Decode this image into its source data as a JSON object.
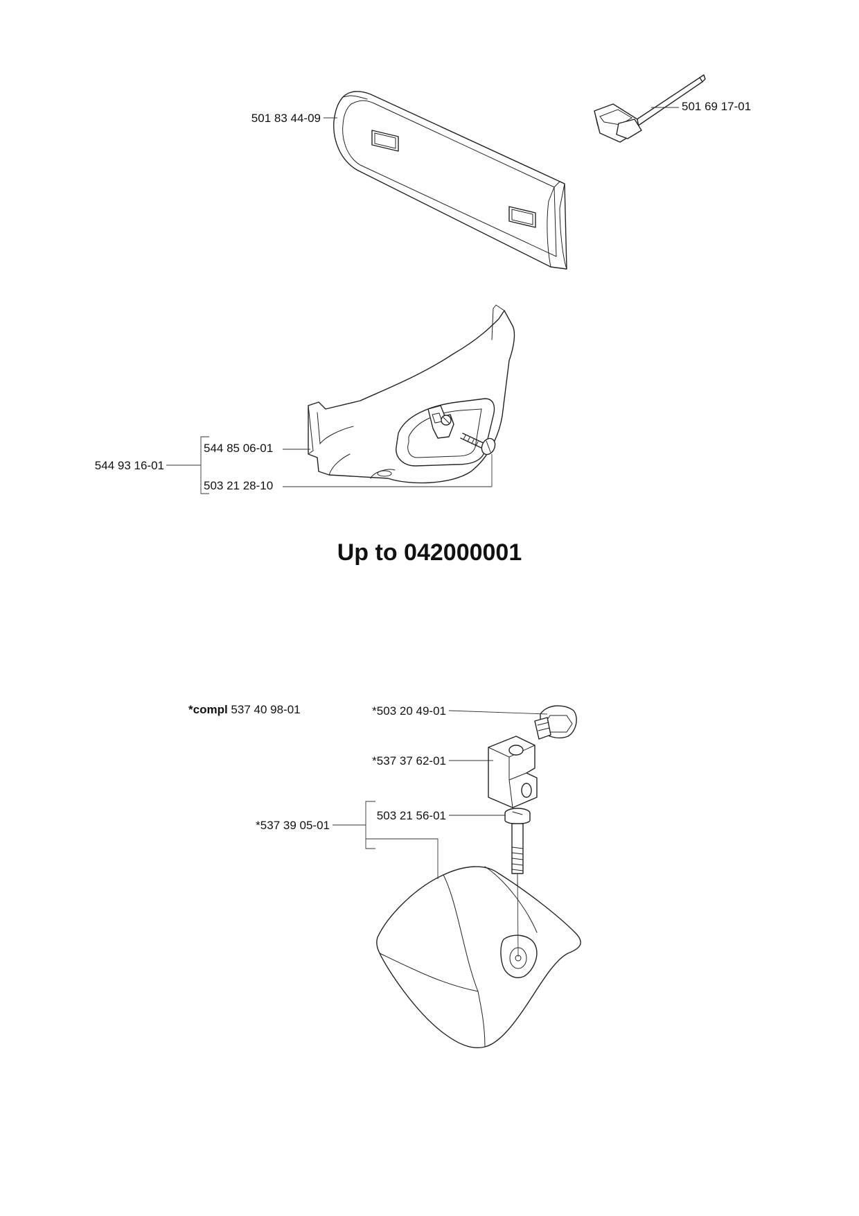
{
  "title": "Up to 042000001",
  "parts": {
    "bar_cover": "501 83 44-09",
    "combination_wrench": "501 69 17-01",
    "kit_upper": "544 93 16-01",
    "chain_guard": "544 85 06-01",
    "guard_screw": "503 21 28-10",
    "compl_prefix": "*compl",
    "compl_number": "537 40 98-01",
    "screw_top": "*503 20 49-01",
    "clamp_block": "*537 37 62-01",
    "kit_lower": "*537 39 05-01",
    "bolt": "503 21 56-01"
  },
  "icons": [
    "bar-cover-icon",
    "wrench-icon",
    "chain-guard-icon",
    "screw-icon",
    "block-icon",
    "bolt-icon",
    "bumper-icon"
  ]
}
